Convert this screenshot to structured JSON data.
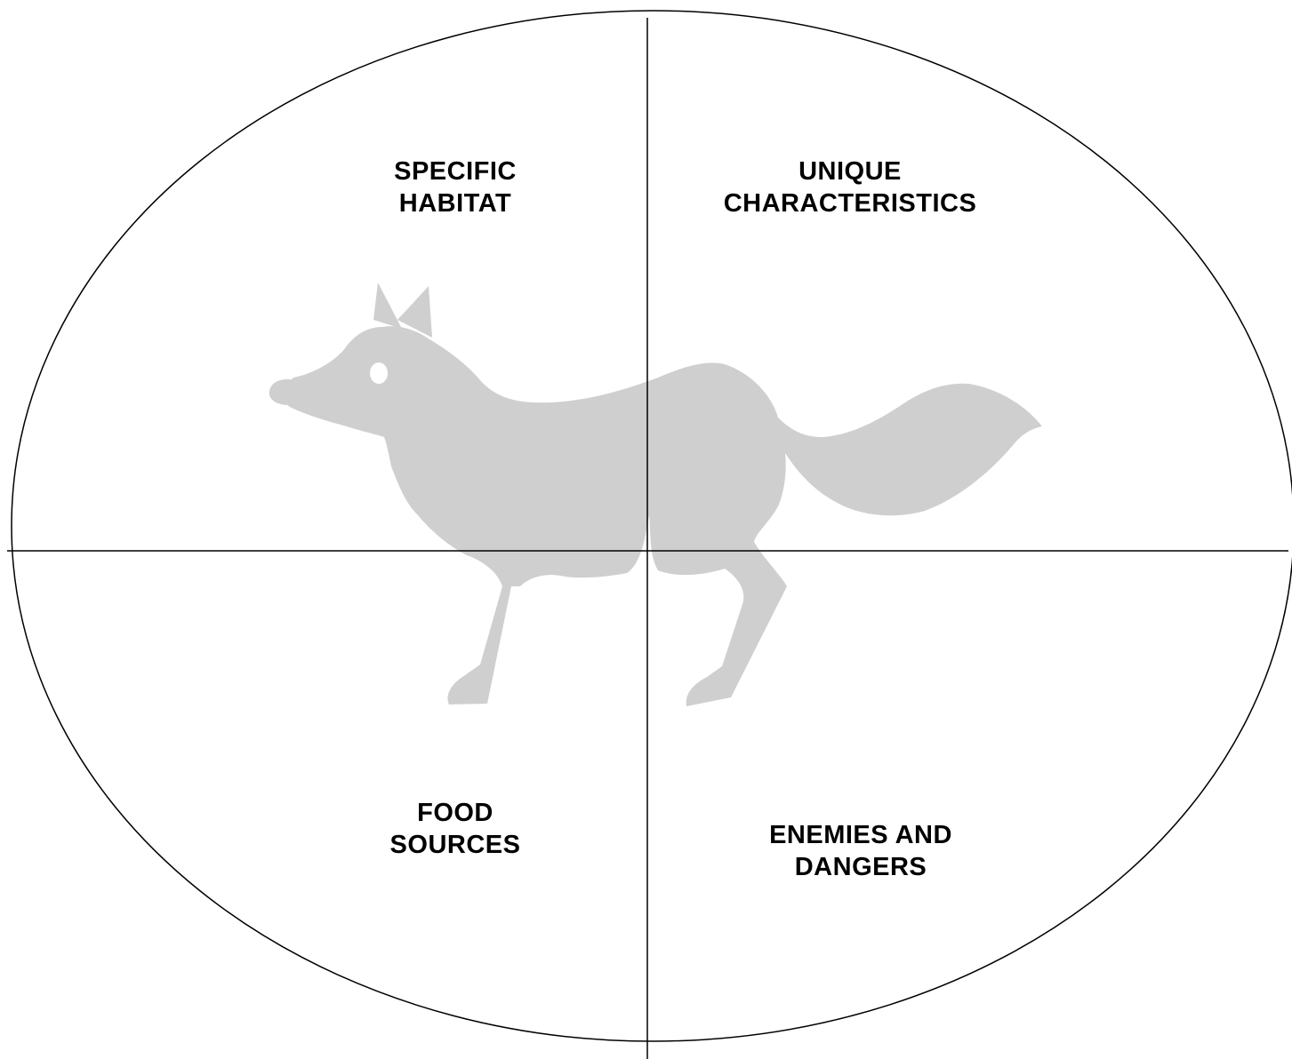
{
  "diagram": {
    "quadrants": {
      "top_left": {
        "line1": "SPECIFIC",
        "line2": "HABITAT"
      },
      "top_right": {
        "line1": "UNIQUE",
        "line2": "CHARACTERISTICS"
      },
      "bottom_left": {
        "line1": "FOOD",
        "line2": "SOURCES"
      },
      "bottom_right": {
        "line1": "ENEMIES AND",
        "line2": "DANGERS"
      }
    },
    "illustration": "fox-silhouette-icon",
    "colors": {
      "outline": "#000000",
      "illustration_fill": "#cfcfcf",
      "background": "#ffffff",
      "text": "#000000"
    }
  }
}
